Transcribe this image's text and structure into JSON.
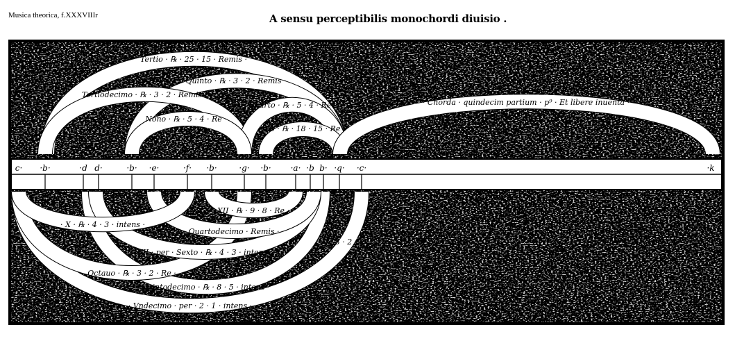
{
  "caption": "Musica theorica, f.XXXVIIIr",
  "title": "A sensu perceptibilis monochordi diuisio .",
  "notes": [
    "c·",
    "·b·",
    "·d",
    "d·",
    "·b·",
    "·e·",
    "·f·",
    "·b·",
    "·g·",
    "·b·",
    "·a·",
    "·b",
    "b·",
    "·q·",
    "·c·",
    "·k"
  ],
  "upper_arcs": {
    "tertio": "Tertio · ℞ · 25 · 15 · Remis ·",
    "tertiodecimo": "Tertiodecimo · ℞ · 3 · 2 · Remis ·",
    "quinto": "Quinto · ℞ · 3 · 2 · Remis ·",
    "nono": "Nono · ℞ · 5 · 4 · Re ·",
    "quarto": "Quarto · ℞ · 5 · 4 · Re ·",
    "secundo": "·do · ℞ · 18 · 15 · Re ·",
    "chorda": "· Chorda · quindecim partium · p⁹ · Et libere inuenta ·"
  },
  "lower_arcs": {
    "decimo": "· X · ℞ · 4 · 3 · intens ·",
    "duodecimo": "XII · ℞ · 9 · 8 · Re ·",
    "quartodecimo": "Quartodecimo · Remis ·",
    "septimo": "VII · per · Sexto · ℞ · 4 · 3 · intens ·",
    "sexto": "· 3 · 2 ·",
    "octauo": "Octauo · ℞ · 3 · 2 · Re ·",
    "quintodecimo": "Quintodecimo · ℞ · 8 · 5 · intens ·",
    "undecimo": "· Vndecimo · per · 2 · 1 · intens ·"
  }
}
